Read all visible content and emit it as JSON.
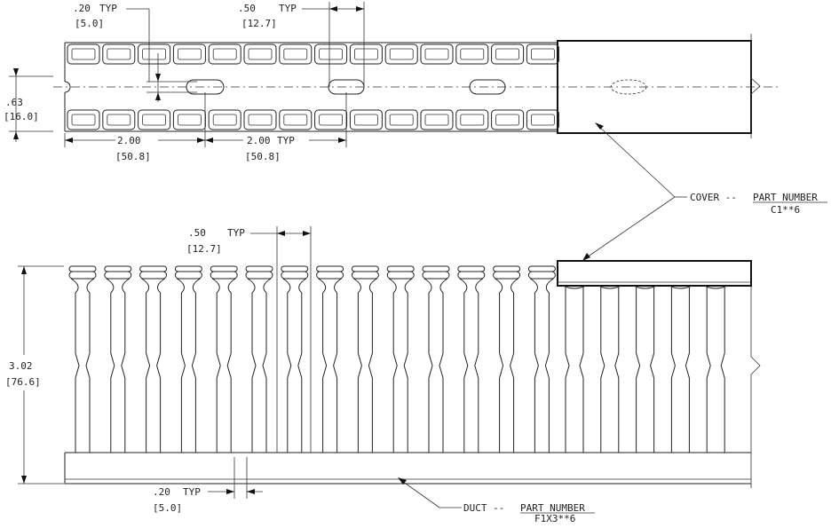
{
  "top_view": {
    "dim_slot_spacing": {
      "value": ".20",
      "typ": "TYP",
      "metric": "[5.0]"
    },
    "dim_finger_pitch": {
      "value": ".50",
      "typ": "TYP",
      "metric": "[12.7]"
    },
    "dim_width": {
      "value": ".63",
      "metric": "[16.0]"
    },
    "dim_first_hole": {
      "value": "2.00",
      "metric": "[50.8]"
    },
    "dim_hole_pitch": {
      "value": "2.00",
      "typ": "TYP",
      "metric": "[50.8]"
    }
  },
  "cover_callout": {
    "text": "COVER -- ",
    "part_number_label": "PART NUMBER",
    "part_number": "C1**6"
  },
  "side_view": {
    "dim_finger_pitch": {
      "value": ".50",
      "typ": "TYP",
      "metric": "[12.7]"
    },
    "dim_height": {
      "value": "3.02",
      "metric": "[76.6]"
    },
    "dim_slot_width": {
      "value": ".20",
      "typ": "TYP",
      "metric": "[5.0]"
    }
  },
  "duct_callout": {
    "text": "DUCT -- ",
    "part_number_label": "PART NUMBER",
    "part_number": "F1X3**6"
  }
}
